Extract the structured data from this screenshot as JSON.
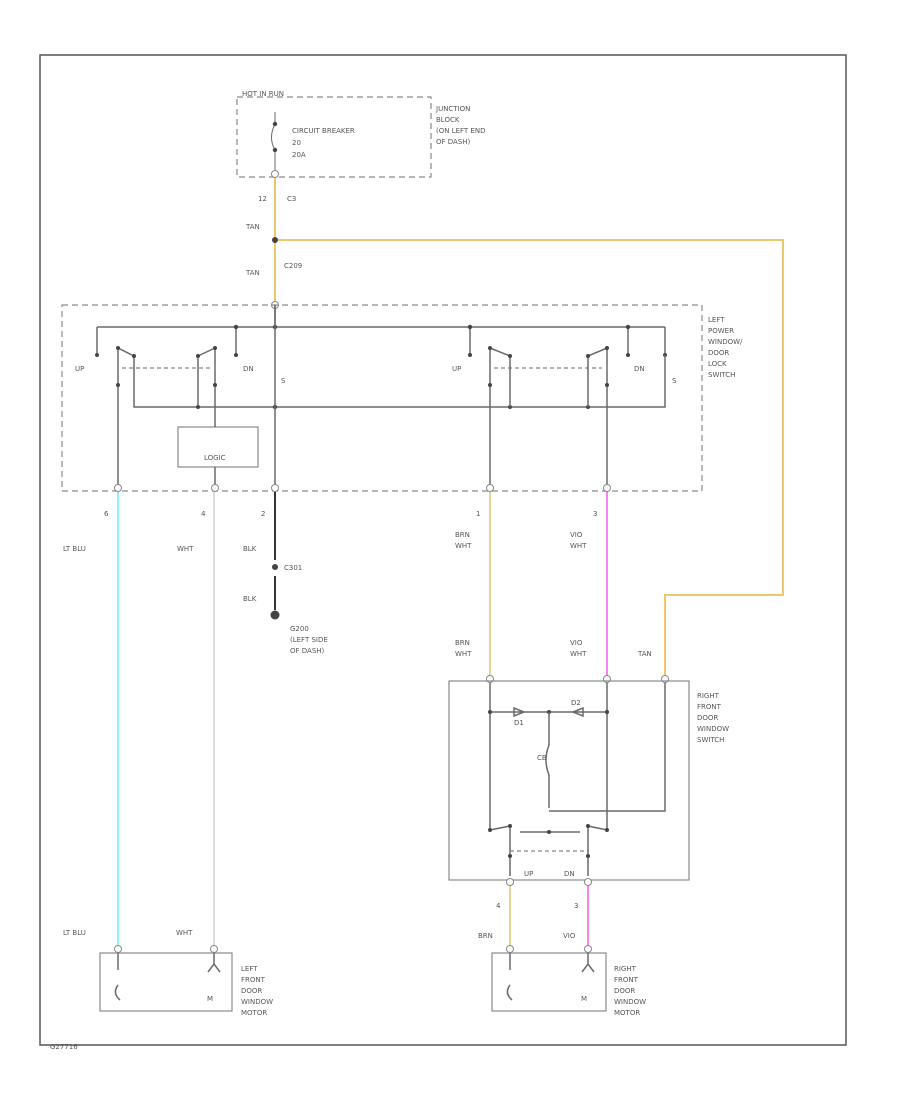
{
  "colors": {
    "TAN": "#f0c66a",
    "LT BLU": "#8ff0ff",
    "WHT": "#dddddd",
    "BRN": "#e8d595",
    "VIO": "#f583f5",
    "BLK": "#333333"
  },
  "fuse_block": {
    "header": "HOT IN RUN",
    "breaker_lines": [
      "CIRCUIT BREAKER",
      "20",
      "20A"
    ],
    "location_lines": [
      "JUNCTION",
      "BLOCK",
      "(ON LEFT END",
      "OF DASH)"
    ],
    "pin_num": "12",
    "connector": "C3"
  },
  "feed": {
    "wire1": "TAN",
    "wire2": "TAN",
    "connector": "C209"
  },
  "left_switch": {
    "name_lines": [
      "LEFT",
      "POWER",
      "WINDOW/",
      "DOOR",
      "LOCK",
      "SWITCH"
    ],
    "up1": "UP",
    "dn1": "DN",
    "up2": "UP",
    "dn2": "DN",
    "logic": "LOGIC",
    "s_pin1": "S",
    "s_pin2": "S"
  },
  "left_outputs": [
    {
      "pin": "6",
      "wire": [
        "LT BLU"
      ]
    },
    {
      "pin": "4",
      "wire": [
        "WHT"
      ]
    },
    {
      "pin": "2",
      "wire": [
        "BLK"
      ]
    },
    {
      "pin": "1",
      "wire": [
        "BRN",
        "WHT"
      ]
    },
    {
      "pin": "3",
      "wire": [
        "VIO",
        "WHT"
      ]
    }
  ],
  "ground": {
    "connector": "C301",
    "wire": "BLK",
    "name_lines": [
      "G200",
      "(LEFT SIDE",
      "OF DASH)"
    ]
  },
  "right_switch": {
    "name_lines": [
      "RIGHT",
      "FRONT",
      "DOOR",
      "WINDOW",
      "SWITCH"
    ],
    "in1": [
      "BRN",
      "WHT"
    ],
    "in2": [
      "VIO",
      "WHT"
    ],
    "in3": "TAN",
    "up": "UP",
    "dn": "DN",
    "cb": "CB",
    "d1": "D1",
    "d2": "D2"
  },
  "motors": {
    "left": {
      "wire1": "LT BLU",
      "wire2": "WHT",
      "m": "M",
      "name_lines": [
        "LEFT",
        "FRONT",
        "DOOR",
        "WINDOW",
        "MOTOR"
      ]
    },
    "right": {
      "pin1": "4",
      "pin2": "3",
      "wire1": "BRN",
      "wire2": "VIO",
      "m": "M",
      "name_lines": [
        "RIGHT",
        "FRONT",
        "DOOR",
        "WINDOW",
        "MOTOR"
      ]
    }
  },
  "figure_id": "G27716"
}
